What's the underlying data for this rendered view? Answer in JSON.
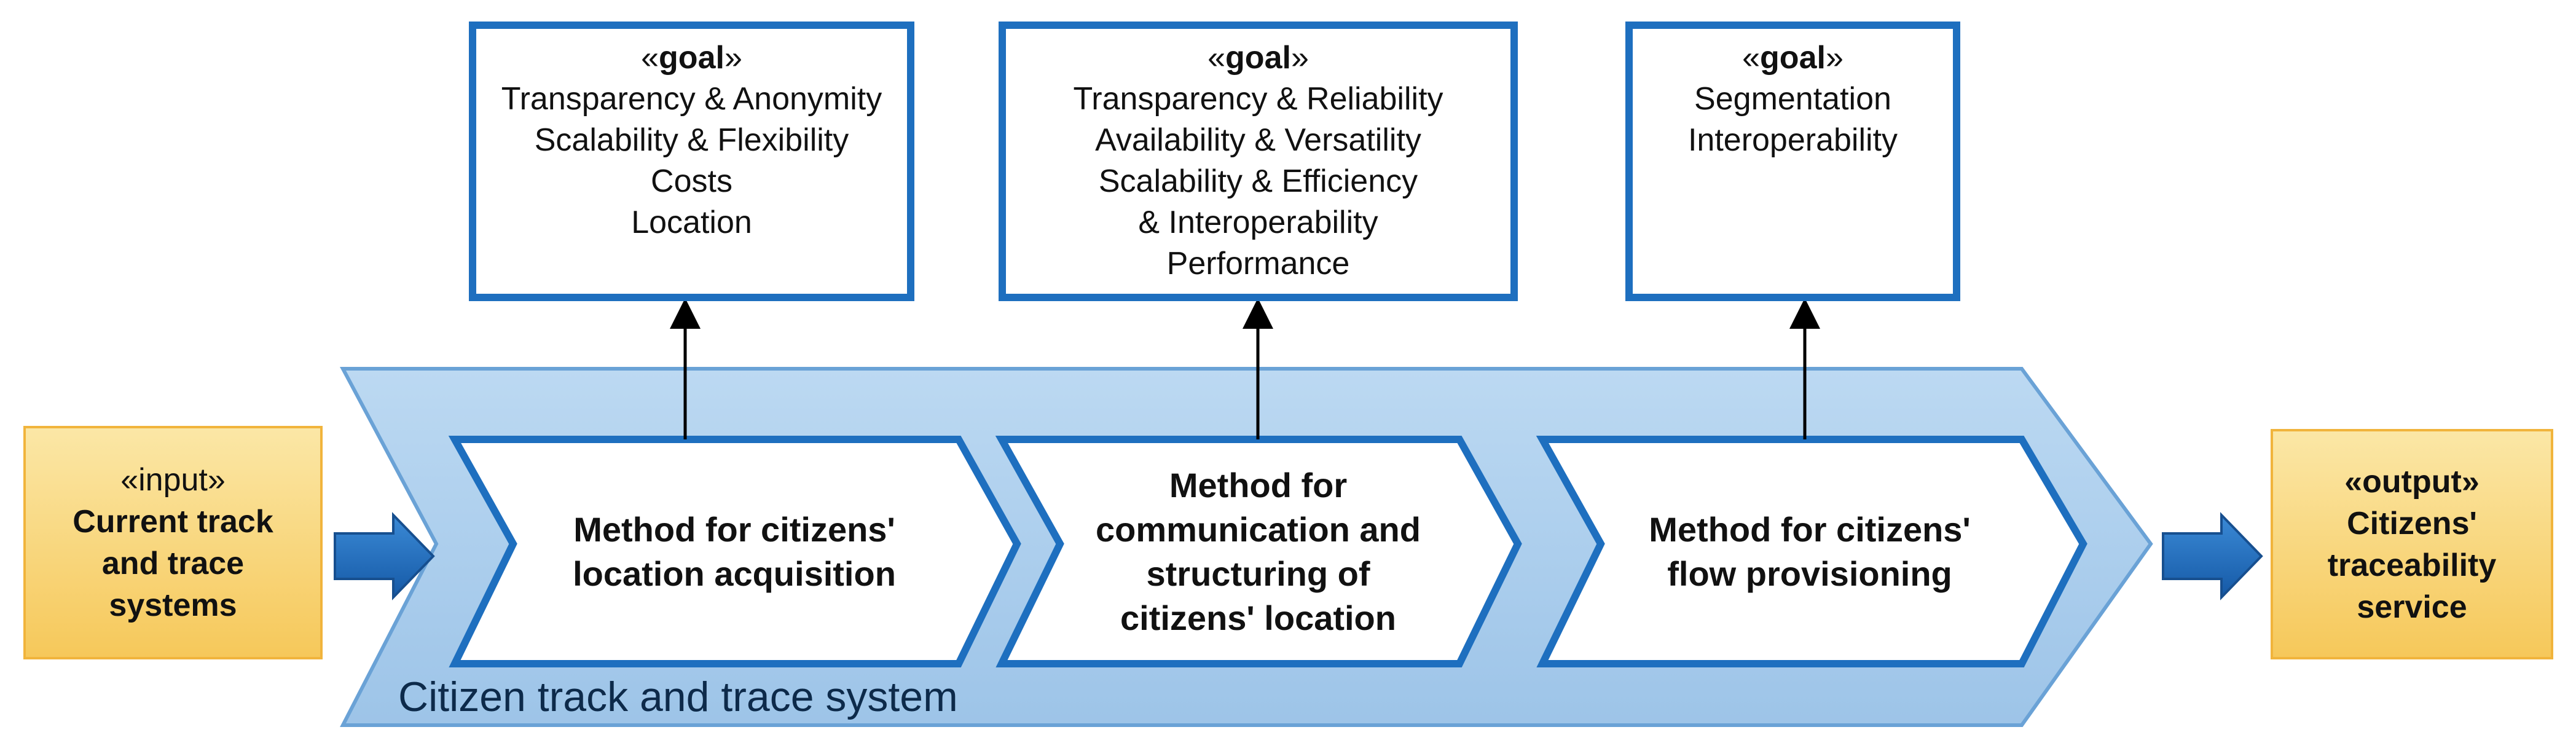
{
  "goals": [
    {
      "stereotype": "«goal»",
      "keyword": "goal",
      "lines": [
        "Transparency & Anonymity",
        "Scalability & Flexibility",
        "Costs",
        "Location"
      ]
    },
    {
      "stereotype": "«goal»",
      "keyword": "goal",
      "lines": [
        "Transparency & Reliability",
        "Availability & Versatility",
        "Scalability & Efficiency",
        "& Interoperability",
        "Performance"
      ]
    },
    {
      "stereotype": "«goal»",
      "keyword": "goal",
      "lines": [
        "Segmentation",
        "Interoperability"
      ]
    }
  ],
  "steps": [
    {
      "lines": [
        "Method for citizens'",
        "location acquisition"
      ]
    },
    {
      "lines": [
        "Method for",
        "communication and",
        "structuring of",
        "citizens' location"
      ]
    },
    {
      "lines": [
        "Method for citizens'",
        "flow provisioning"
      ]
    }
  ],
  "input": {
    "stereotype_open": "«",
    "keyword": "input",
    "stereotype_close": "»",
    "lines": [
      "Current track",
      "and trace",
      "systems"
    ]
  },
  "output": {
    "stereotype_open": "«",
    "keyword": "output",
    "stereotype_close": "»",
    "lines": [
      "Citizens'",
      "traceability",
      "service"
    ]
  },
  "band_label": "Citizen track and trace system",
  "colors": {
    "goal_border": "#1e6fbf",
    "band_fill": "#a9ccec",
    "band_border": "#6aa2d6",
    "step_border": "#1e6fbf",
    "io_fill": "#f6c85a",
    "arrow_blue": "#1f6fbf"
  }
}
